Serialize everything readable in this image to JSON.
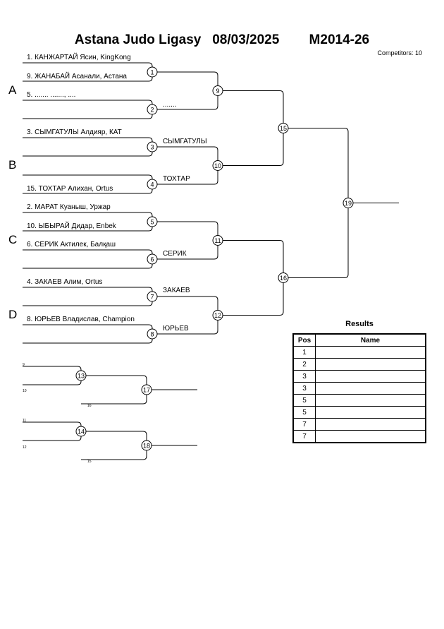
{
  "header": {
    "league": "Astana Judo Ligasy",
    "date": "08/03/2025",
    "category": "M2014-26",
    "competitors": "Competitors: 10"
  },
  "pools": [
    "A",
    "B",
    "C",
    "D"
  ],
  "entries": {
    "A1": "1. КАНЖАРТАЙ Ясин, KingKong",
    "A2": "9. ЖАНАБАЙ Асанали, Астана",
    "A3": "5. ....... ......., ....",
    "A4": "",
    "B1": "3. СЫМГАТУЛЫ Алдияр, КАТ",
    "B2": "",
    "B3": "",
    "B4": "15. ТОХТАР Алихан, Ortus",
    "C1": "2. МАРАТ Куаныш, Уржар",
    "C2": "10. ЫБЫРАЙ Дидар, Enbek",
    "C3": "6. СЕРИК Актилек, Балқаш",
    "C4": "",
    "D1": "4. ЗАКАЕВ Алим, Ortus",
    "D2": "",
    "D3": "8. ЮРЬЕВ Владислав, Champion",
    "D4": ""
  },
  "winners": {
    "m2": ".......",
    "m3": "СЫМГАТУЛЫ",
    "m4": "ТОХТАР",
    "m6": "СЕРИК",
    "m7": "ЗАКАЕВ",
    "m8": "ЮРЬЕВ"
  },
  "repechage_labels": {
    "r1": "9",
    "r2": "10",
    "r3": "16",
    "r4": "11",
    "r5": "12",
    "r6": "15"
  },
  "matches": [
    "1",
    "2",
    "3",
    "4",
    "5",
    "6",
    "7",
    "8",
    "9",
    "10",
    "11",
    "12",
    "13",
    "14",
    "15",
    "16",
    "17",
    "18",
    "19"
  ],
  "results": {
    "title": "Results",
    "col_pos": "Pos",
    "col_name": "Name",
    "rows": [
      {
        "pos": "1",
        "name": ""
      },
      {
        "pos": "2",
        "name": ""
      },
      {
        "pos": "3",
        "name": ""
      },
      {
        "pos": "3",
        "name": ""
      },
      {
        "pos": "5",
        "name": ""
      },
      {
        "pos": "5",
        "name": ""
      },
      {
        "pos": "7",
        "name": ""
      },
      {
        "pos": "7",
        "name": ""
      }
    ]
  }
}
